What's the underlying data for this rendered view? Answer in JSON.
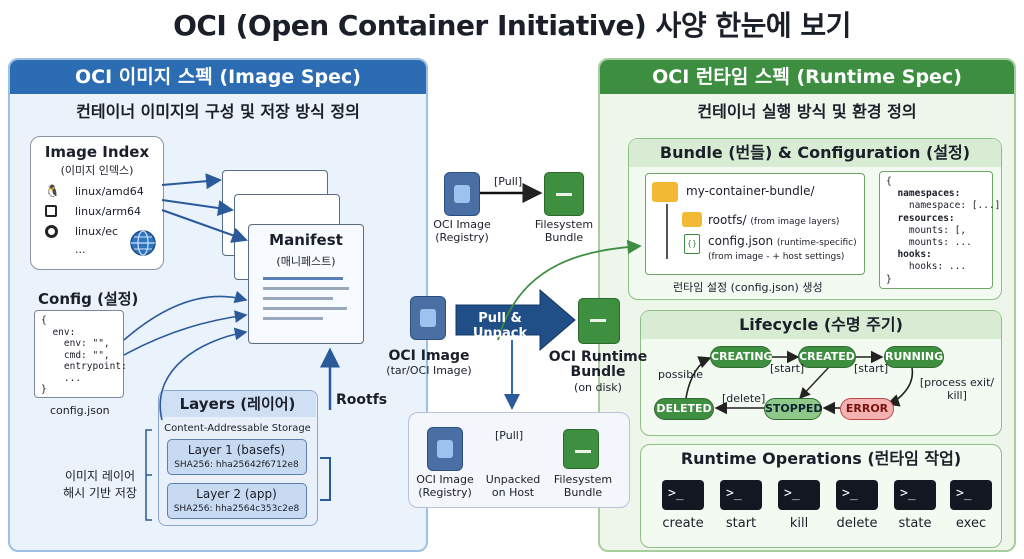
{
  "title": "OCI (Open Container Initiative) 사양 한눈에 보기",
  "image_spec": {
    "header": "OCI 이미지 스펙 (Image Spec)",
    "subtitle": "컨테이너 이미지의 구성 및 저장 방식 정의",
    "image_index": {
      "title": "Image Index",
      "subtitle": "(이미지 인덱스)",
      "platforms": [
        "linux/amd64",
        "linux/arm64",
        "linux/ec",
        "..."
      ]
    },
    "config": {
      "title": "Config (설정)",
      "lines": [
        "{",
        "  env:",
        "    env: \"\",",
        "    cmd: \"\",",
        "    entrypoint:",
        "    ...",
        "}"
      ],
      "filename": "config.json"
    },
    "manifest": {
      "title": "Manifest",
      "subtitle": "(매니페스트)"
    },
    "layers": {
      "title": "Layers (레이어)",
      "storage": "Content-Addressable Storage",
      "items": [
        {
          "name": "Layer 1 (basefs)",
          "hash": "SHA256: hha25642f6712e8"
        },
        {
          "name": "Layer 2 (app)",
          "hash": "SHA256: hha2564c353c2e8"
        }
      ]
    },
    "side_label_line1": "이미지 레이어",
    "side_label_line2": "해시 기반 저장",
    "rootfs_label": "Rootfs"
  },
  "middle": {
    "top_pull": {
      "label": "[Pull]",
      "from_line1": "OCI Image",
      "from_line2": "(Registry)",
      "to_line1": "Filesystem",
      "to_line2": "Bundle"
    },
    "pull_unpack": "Pull & Unpack",
    "oci_image_line1": "OCI Image",
    "oci_image_line2": "(tar/OCI Image)",
    "runtime_bundle_line1": "OCI Runtime",
    "runtime_bundle_line2": "Bundle",
    "runtime_bundle_line3": "(on disk)",
    "bottom_pull": {
      "label": "[Pull]",
      "from_line1": "OCI Image",
      "from_line2": "(Registry)",
      "mid_line1": "Unpacked",
      "mid_line2": "on Host",
      "to_line1": "Filesystem",
      "to_line2": "Bundle"
    }
  },
  "runtime_spec": {
    "header": "OCI 런타임 스펙 (Runtime Spec)",
    "subtitle": "컨테이너 실행 방식 및 환경 정의",
    "bundle": {
      "title": "Bundle (번들) & Configuration (설정)",
      "folder": "my-container-bundle/",
      "rootfs": "rootfs/",
      "rootfs_note": "(from image layers)",
      "config_file": "config.json",
      "config_note": "(runtime-specific)",
      "config_note2": "(from image - + host settings)",
      "caption": "런타임 설정 (config.json) 생성",
      "json_lines": [
        "{",
        "  namespaces:",
        "    namespace: [...]",
        "  resources:",
        "    mounts: [,",
        "    mounts: ...",
        "  hooks:",
        "    hooks: ...",
        "}"
      ]
    },
    "lifecycle": {
      "title": "Lifecycle (수명 주기)",
      "states": {
        "creating": "CREATING",
        "created": "CREATED",
        "running": "RUNNING",
        "stopped": "STOPPED",
        "deleted": "DELETED",
        "error": "ERROR"
      },
      "labels": {
        "possible": "possible",
        "start1": "[start]",
        "start2": "[start]",
        "delete": "[delete]",
        "exit_line1": "[process exit/",
        "exit_line2": "kill]"
      }
    },
    "operations": {
      "title": "Runtime Operations (런타임 작업)",
      "items": [
        "create",
        "start",
        "kill",
        "delete",
        "state",
        "exec"
      ],
      "prompt": ">_"
    }
  },
  "colors": {
    "blue_header": "#2b6cb3",
    "green_header": "#3e8e41",
    "arrow_blue": "#2b5a9a",
    "arrow_green": "#3e8e41",
    "error": "#f3b2b0"
  }
}
